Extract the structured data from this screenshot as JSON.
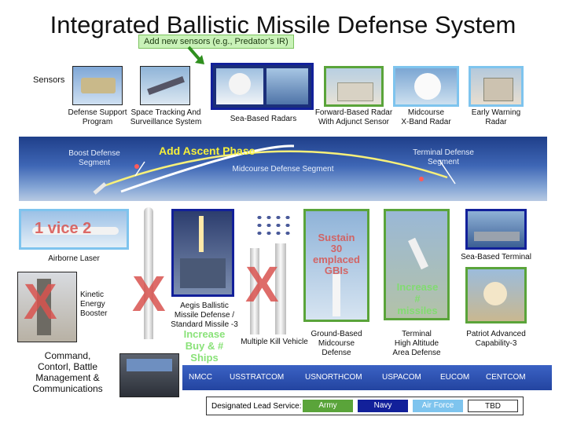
{
  "title": "Integrated Ballistic Missile Defense System",
  "callout": "Add new sensors (e.g., Predator’s IR)",
  "sensors_label": "Sensors",
  "sensors": [
    {
      "label_1": "Defense Support",
      "label_2": "Program"
    },
    {
      "label_1": "Space Tracking And",
      "label_2": "Surveillance System"
    },
    {
      "label_1": "Sea-Based Radars"
    },
    {
      "label_1": "Forward-Based Radar",
      "label_2": "With Adjunct Sensor"
    },
    {
      "label_1": "Midcourse",
      "label_2": "X-Band Radar"
    },
    {
      "label_1": "Early Warning",
      "label_2": "Radar"
    }
  ],
  "segments": {
    "boost_1": "Boost Defense",
    "boost_2": "Segment",
    "ascent": "Add Ascent Phase",
    "midcourse": "Midcourse Defense Segment",
    "terminal_1": "Terminal Defense",
    "terminal_2": "Segment"
  },
  "weapons": {
    "airborne_laser": "Airborne Laser",
    "airborne_overlay": "1 vice 2",
    "keb_1": "Kinetic",
    "keb_2": "Energy",
    "keb_3": "Booster",
    "aegis_1": "Aegis Ballistic",
    "aegis_2": "Missile Defense /",
    "aegis_3": "Standard Missile -3",
    "aegis_overlay_1": "Increase",
    "aegis_overlay_2": "Buy & #",
    "aegis_overlay_3": "Ships",
    "mkv": "Multiple Kill Vehicle",
    "gmd_1": "Ground-Based",
    "gmd_2": "Midcourse",
    "gmd_3": "Defense",
    "gmd_overlay_1": "Sustain",
    "gmd_overlay_2": "30",
    "gmd_overlay_3": "emplaced",
    "gmd_overlay_4": "GBIs",
    "thaad_1": "Terminal",
    "thaad_2": "High Altitude",
    "thaad_3": "Area Defense",
    "thaad_overlay_1": "Increase",
    "thaad_overlay_2": "#",
    "thaad_overlay_3": "missiles",
    "sbt": "Sea-Based Terminal",
    "pac_1": "Patriot Advanced",
    "pac_2": "Capability-3",
    "cancel_mark": "X"
  },
  "command": {
    "label_1": "Command,",
    "label_2": "Contorl, Battle",
    "label_3": "Management &",
    "label_4": "Communications",
    "items": [
      "NMCC",
      "USSTRATCOM",
      "USNORTHCOM",
      "USPACOM",
      "EUCOM",
      "CENTCOM"
    ]
  },
  "legend": {
    "label": "Designated Lead Service:",
    "army": "Army",
    "navy": "Navy",
    "air_force": "Air Force",
    "tbd": "TBD"
  },
  "colors": {
    "army": "#5aa43a",
    "navy": "#12209a",
    "air_force": "#7ec4ee",
    "tbd": "#ffffff"
  }
}
